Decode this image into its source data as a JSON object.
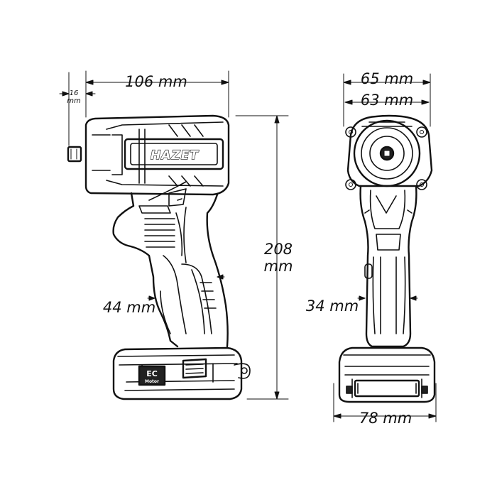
{
  "brand": "HAZET",
  "badge": {
    "line1": "EC",
    "line2": "Motor"
  },
  "dimensions": {
    "side_overall_length": "106 mm",
    "anvil_offset_value": "16",
    "anvil_offset_unit": "mm",
    "height_value": "208",
    "height_unit": "mm",
    "side_grip_width": "44 mm",
    "front_top_outer": "65 mm",
    "front_top_inner": "63 mm",
    "front_grip_width": "34 mm",
    "battery_width": "78 mm"
  }
}
